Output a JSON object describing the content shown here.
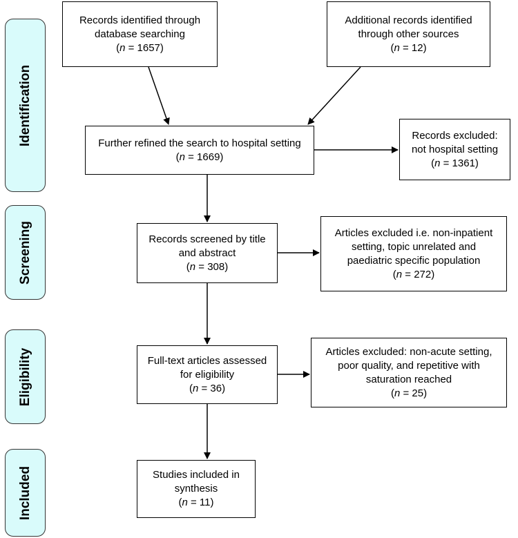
{
  "phases": {
    "identification": "Identification",
    "screening": "Screening",
    "eligibility": "Eligibility",
    "included": "Included"
  },
  "boxes": {
    "database_search": {
      "lines": [
        "Records identified through",
        "database searching"
      ],
      "n_label": "n",
      "n_value": "= 1657)"
    },
    "other_sources": {
      "lines": [
        "Additional records identified",
        "through other sources"
      ],
      "n_label": "n",
      "n_value": "= 12)"
    },
    "refined": {
      "lines": [
        "Further refined the search to hospital setting"
      ],
      "n_label": "n",
      "n_value": "= 1669)"
    },
    "excluded_hospital": {
      "lines": [
        "Records excluded:",
        "not hospital setting"
      ],
      "n_label": "n",
      "n_value": "= 1361)"
    },
    "screened": {
      "lines": [
        "Records screened by title",
        "and abstract"
      ],
      "n_label": "n",
      "n_value": "= 308)"
    },
    "excluded_screen": {
      "lines": [
        "Articles excluded i.e. non-inpatient",
        "setting, topic unrelated and",
        "paediatric specific population"
      ],
      "n_label": "n",
      "n_value": "= 272)"
    },
    "fulltext": {
      "lines": [
        "Full-text articles assessed",
        "for eligibility"
      ],
      "n_label": "n",
      "n_value": "= 36)"
    },
    "excluded_fulltext": {
      "lines": [
        "Articles excluded: non-acute setting,",
        "poor quality, and repetitive with",
        "saturation reached"
      ],
      "n_label": "n",
      "n_value": "= 25)"
    },
    "included": {
      "lines": [
        "Studies included in",
        "synthesis"
      ],
      "n_label": "n",
      "n_value": "= 11)"
    }
  }
}
